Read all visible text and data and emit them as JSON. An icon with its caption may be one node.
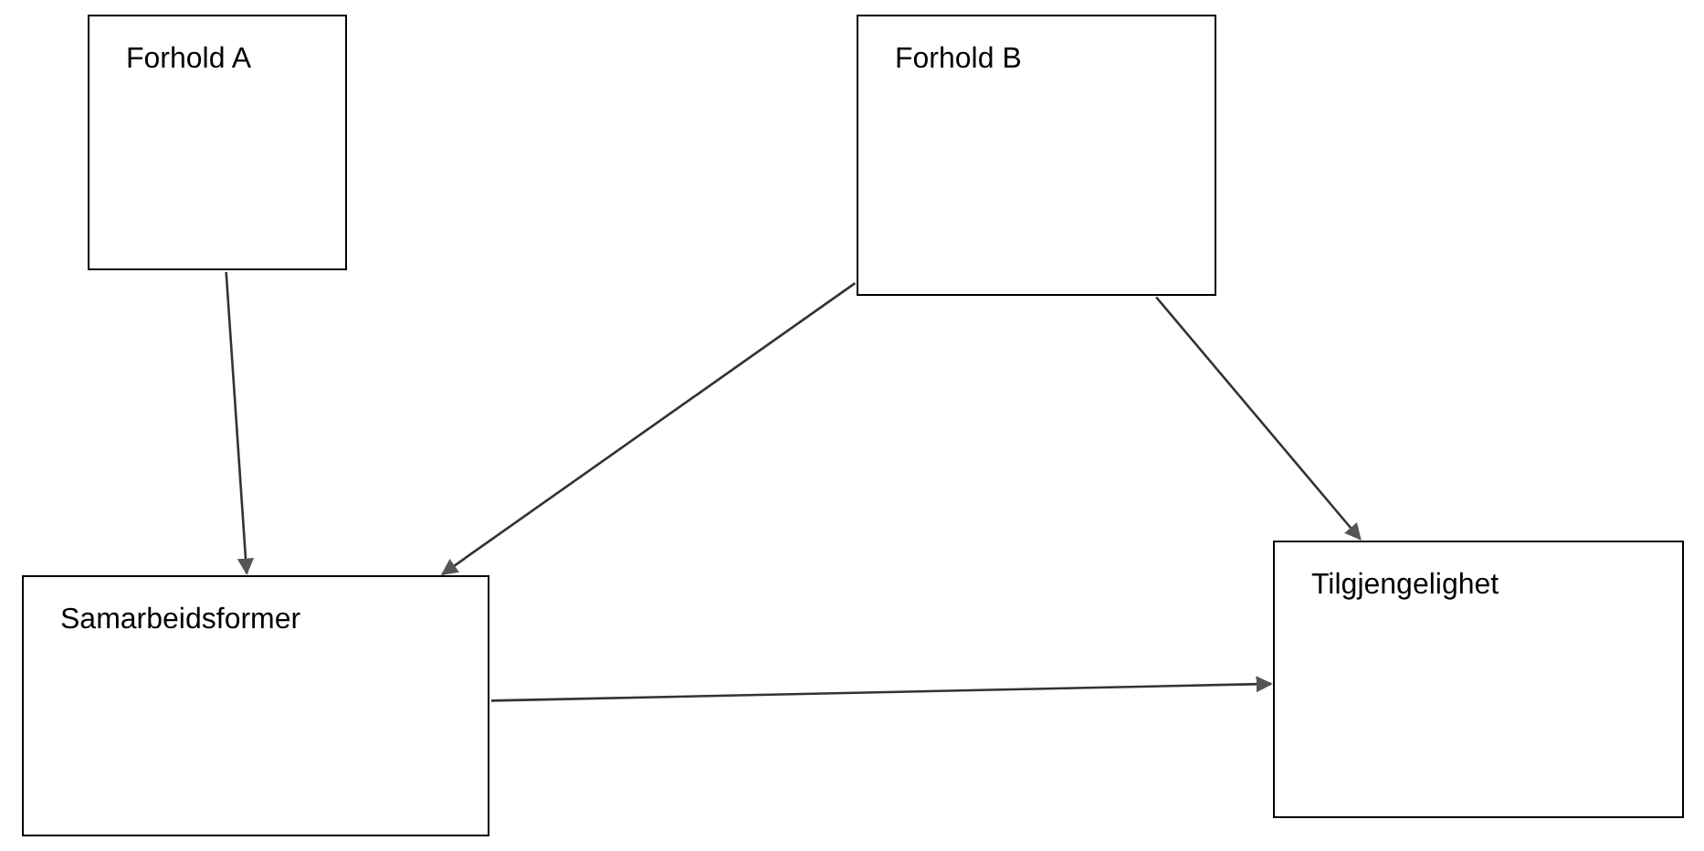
{
  "diagram": {
    "nodes": [
      {
        "text": [
          "Forhold A"
        ]
      },
      {
        "text": [
          "Forhold B"
        ]
      },
      {
        "text": [
          "Samarbeidsformer"
        ]
      },
      {
        "text": [
          "Tilgjengelighet"
        ]
      }
    ],
    "edges": [
      {
        "from": 0,
        "to": 2,
        "arrow": "to"
      },
      {
        "from": 1,
        "to": 2,
        "arrow": "to"
      },
      {
        "from": 1,
        "to": 3,
        "arrow": "to"
      },
      {
        "from": 2,
        "to": 3,
        "arrow": "to"
      }
    ]
  }
}
